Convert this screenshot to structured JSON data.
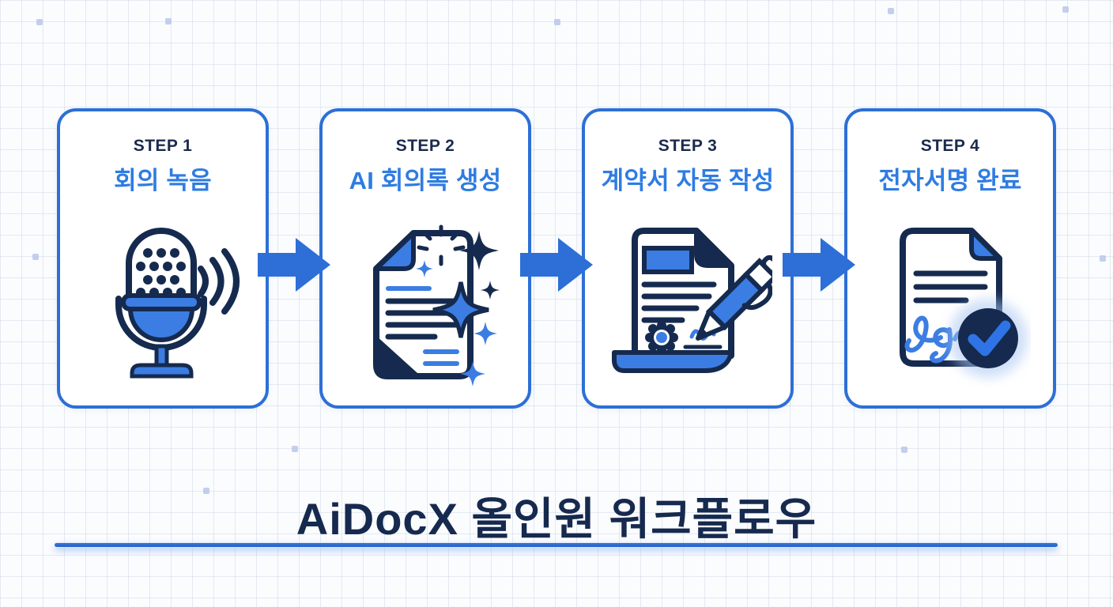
{
  "infographic": {
    "steps": [
      {
        "step_label": "STEP 1",
        "title": "회의 녹음",
        "icon": "microphone-icon"
      },
      {
        "step_label": "STEP 2",
        "title": "AI 회의록 생성",
        "icon": "document-ai-sparkles-icon"
      },
      {
        "step_label": "STEP 3",
        "title": "계약서 자동 작성",
        "icon": "contract-pen-icon"
      },
      {
        "step_label": "STEP 4",
        "title": "전자서명 완료",
        "icon": "signed-document-check-icon"
      }
    ],
    "footer_title": "AiDocX 올인원 워크플로우",
    "colors": {
      "card_border_blue": "#2d6fd6",
      "arrow_blue": "#2d6fd6",
      "step_label_navy": "#1b2b4d",
      "card_title_blue": "#2e7ce2",
      "footer_title_navy": "#16294e",
      "icon_fill_blue": "#3b7de2",
      "icon_outline_navy": "#152a4e",
      "underline_blue": "#2a6bd4",
      "background": "#fbfcfe",
      "grid_line": "#dfe4ee",
      "grid_dot": "#b6c3ea"
    }
  }
}
